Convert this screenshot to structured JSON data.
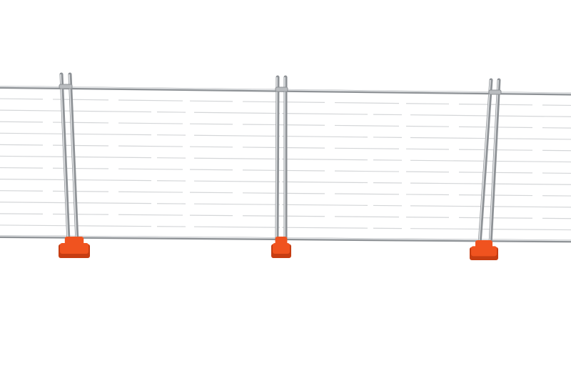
{
  "image": {
    "subject": "temporary-fence",
    "background_color": "#ffffff",
    "colors": {
      "frame": "#b9bcbf",
      "frame_highlight": "#e4e6e8",
      "frame_shadow": "#8e9296",
      "mesh": "#d4d6d8",
      "base": "#f0531f",
      "base_shadow": "#c63d12"
    },
    "panels": [
      {
        "name": "fence-panel-left"
      },
      {
        "name": "fence-panel-middle"
      },
      {
        "name": "fence-panel-right"
      }
    ],
    "posts": [
      {
        "name": "fence-post-left"
      },
      {
        "name": "fence-post-middle"
      },
      {
        "name": "fence-post-right"
      }
    ],
    "feet": [
      {
        "name": "fence-foot-left"
      },
      {
        "name": "fence-foot-middle"
      },
      {
        "name": "fence-foot-right"
      }
    ]
  }
}
